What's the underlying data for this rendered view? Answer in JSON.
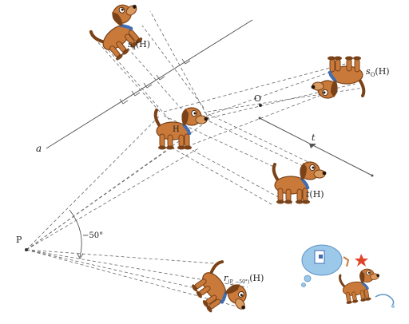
{
  "labels": {
    "line_a": "a",
    "point_O": "O",
    "vector_t": "t",
    "point_P": "P",
    "angle": "−50°",
    "dog_H": "H",
    "dog_sa_main": "s",
    "dog_sa_sub": "a",
    "dog_sa_tail": "(H)",
    "dog_sO_main": "s",
    "dog_sO_sub": "O",
    "dog_sO_tail": "(H)",
    "dog_t_main": "t",
    "dog_t_tail": "(H)",
    "dog_r_main": "r",
    "dog_r_sub": "(P, −50°)",
    "dog_r_tail": "(H)"
  },
  "colors": {
    "dog_body": "#c97a3a",
    "dog_dark": "#7a4218",
    "collar": "#3f6db3",
    "construction_line": "#666666",
    "bubble": "#9cc8ea"
  }
}
